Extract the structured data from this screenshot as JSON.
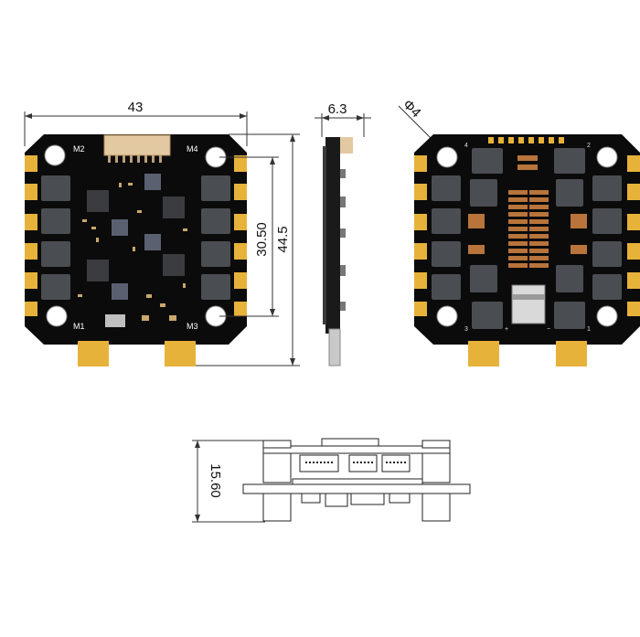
{
  "dimensions": {
    "width": "43",
    "thickness": "6.3",
    "mount_spacing": "30.50",
    "height": "44.5",
    "hole_diameter": "Φ4",
    "stack_height": "15.60"
  },
  "motor_labels": {
    "m1": "M1",
    "m2": "M2",
    "m3": "M3",
    "m4": "M4"
  },
  "bottom_labels": {
    "top_left": "4",
    "top_right": "2",
    "bottom_left": "3",
    "bottom_right": "1",
    "plus": "+",
    "minus": "−"
  },
  "colors": {
    "pcb": "#0b0b0b",
    "gold": "#e7b23a",
    "chip": "#4a4d52"
  }
}
